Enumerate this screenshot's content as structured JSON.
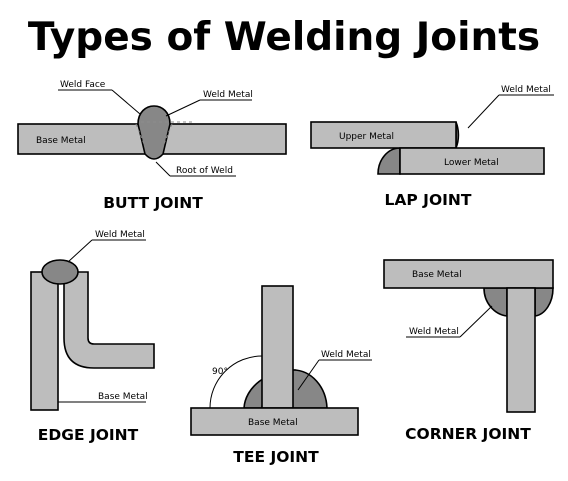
{
  "title": "Types of Welding Joints",
  "joints": {
    "butt": {
      "name": "BUTT JOINT",
      "labels": {
        "weld_face": "Weld Face",
        "weld_metal": "Weld Metal",
        "base_metal": "Base Metal",
        "root_of_weld": "Root of Weld"
      }
    },
    "lap": {
      "name": "LAP JOINT",
      "labels": {
        "weld_metal": "Weld Metal",
        "upper_metal": "Upper Metal",
        "lower_metal": "Lower Metal"
      }
    },
    "edge": {
      "name": "EDGE JOINT",
      "labels": {
        "weld_metal": "Weld Metal",
        "base_metal": "Base Metal"
      }
    },
    "tee": {
      "name": "TEE JOINT",
      "labels": {
        "angle": "90°",
        "weld_metal": "Weld Metal",
        "base_metal": "Base Metal"
      }
    },
    "corner": {
      "name": "CORNER JOINT",
      "labels": {
        "base_metal": "Base Metal",
        "weld_metal": "Weld Metal"
      }
    }
  },
  "colors": {
    "plate": "#bdbdbd",
    "weld": "#878787",
    "outline": "#000000"
  }
}
